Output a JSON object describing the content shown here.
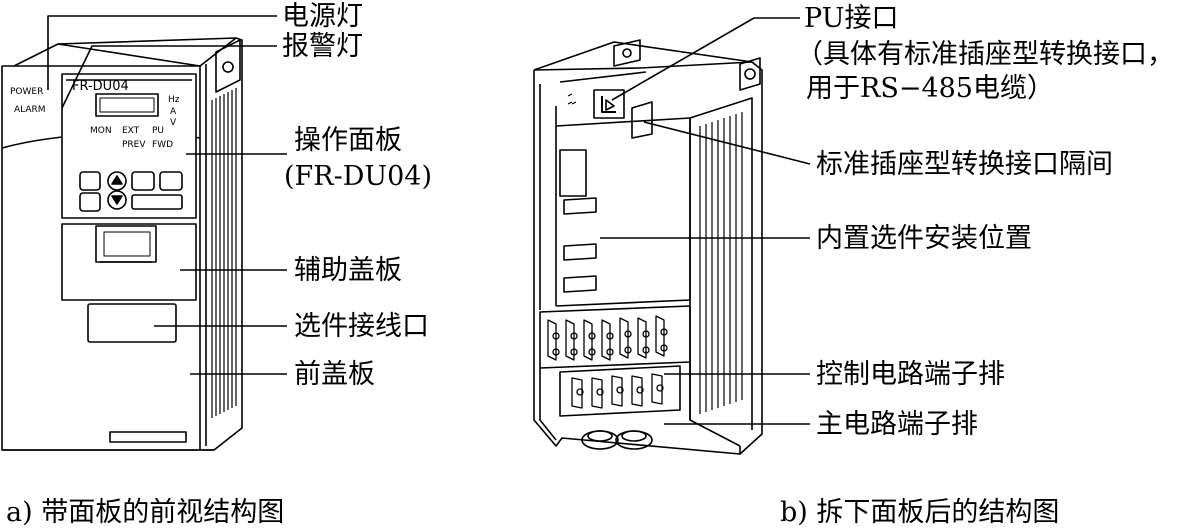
{
  "left": {
    "device_text": {
      "model": "FR-DU04",
      "power": "POWER",
      "alarm": "ALARM",
      "hz": "Hz",
      "a": "A",
      "v": "V",
      "mon": "MON",
      "ext": "EXT",
      "pu": "PU",
      "prev": "PREV",
      "fwd": "FWD"
    },
    "callouts": {
      "power_lamp": "电源灯",
      "alarm_lamp": "报警灯",
      "panel": "操作面板",
      "panel_model": "(FR-DU04)",
      "aux_cover": "辅助盖板",
      "option_port": "选件接线口",
      "front_cover": "前盖板"
    },
    "caption": "a) 带面板的前视结构图"
  },
  "right": {
    "callouts": {
      "pu_port": "PU接口",
      "pu_note_1": "（具体有标准插座型转换接口，",
      "pu_note_2": "用于RS−485电缆）",
      "std_socket_bay": "标准插座型转换接口隔间",
      "option_mount": "内置选件安装位置",
      "control_terminals": "控制电路端子排",
      "main_terminals": "主电路端子排"
    },
    "caption": "b) 拆下面板后的结构图"
  },
  "colors": {
    "line": "#000000",
    "background": "#ffffff",
    "shade": "#e6e6e6"
  }
}
